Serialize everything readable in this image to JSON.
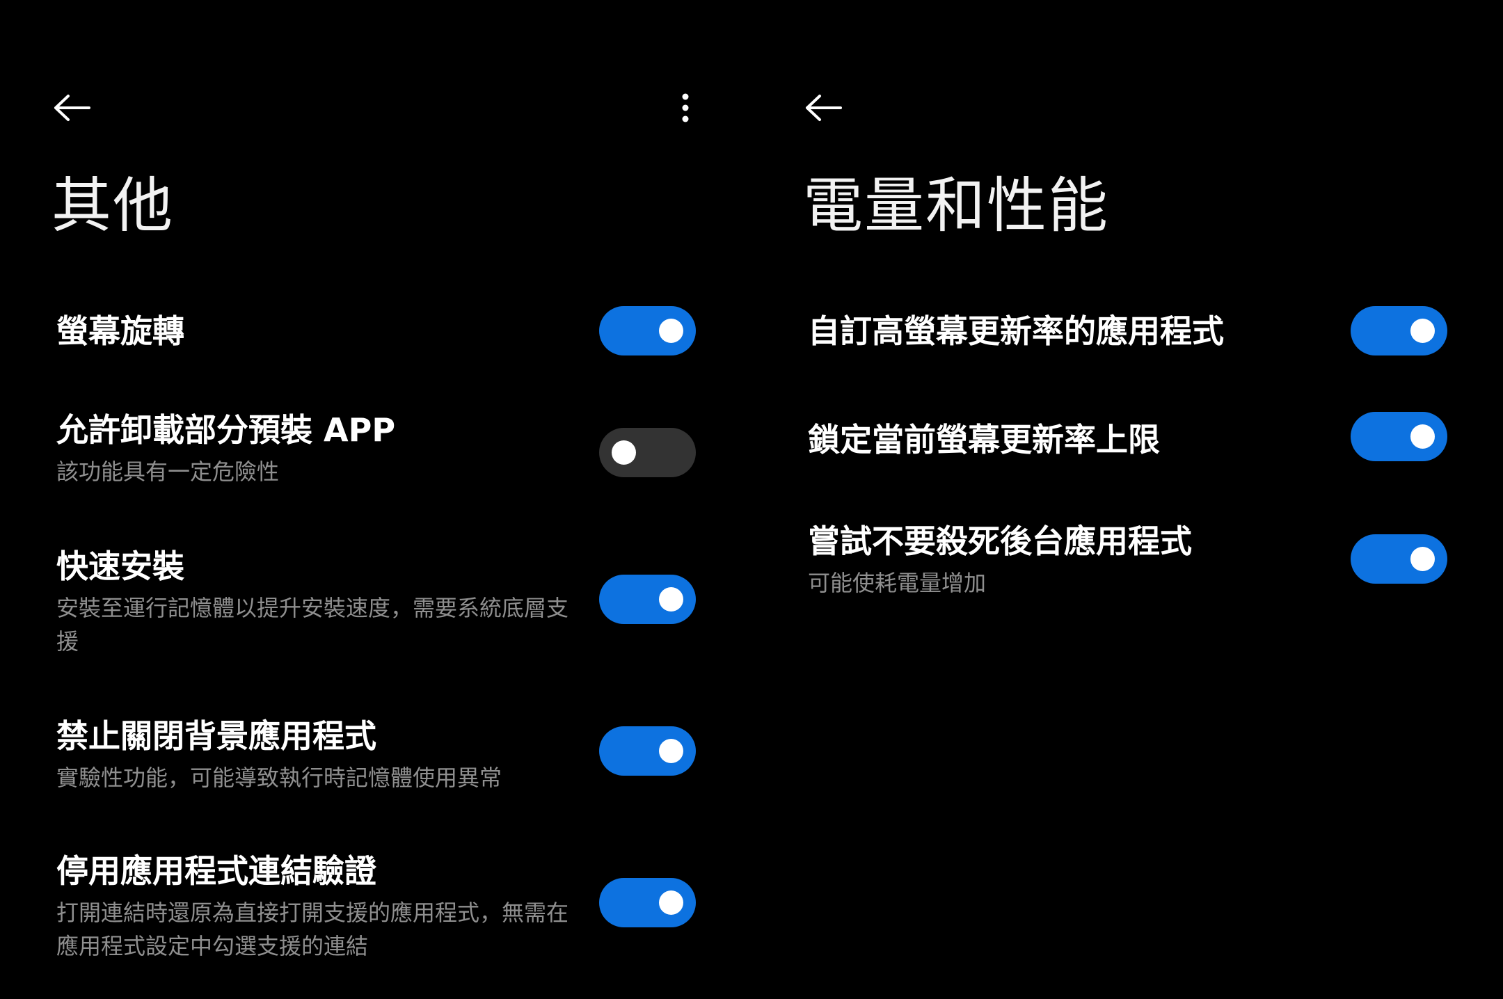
{
  "colors": {
    "background": "#000000",
    "toggle_on": "#0d72e0",
    "toggle_off": "#333333",
    "subtitle": "#8f8f8f"
  },
  "left_screen": {
    "icons": {
      "back": "arrow-left-icon",
      "menu": "more-vertical-icon"
    },
    "title": "其他",
    "settings": [
      {
        "label": "螢幕旋轉",
        "description": "",
        "enabled": true
      },
      {
        "label": "允許卸載部分預裝 APP",
        "description": "該功能具有一定危險性",
        "enabled": false
      },
      {
        "label": "快速安裝",
        "description": "安裝至運行記憶體以提升安裝速度，需要系統底層支援",
        "enabled": true
      },
      {
        "label": "禁止關閉背景應用程式",
        "description": "實驗性功能，可能導致執行時記憶體使用異常",
        "enabled": true
      },
      {
        "label": "停用應用程式連結驗證",
        "description": "打開連結時還原為直接打開支援的應用程式，無需在應用程式設定中勾選支援的連結",
        "enabled": true
      }
    ]
  },
  "right_screen": {
    "icons": {
      "back": "arrow-left-icon"
    },
    "title": "電量和性能",
    "settings": [
      {
        "label": "自訂高螢幕更新率的應用程式",
        "description": "",
        "enabled": true
      },
      {
        "label": "鎖定當前螢幕更新率上限",
        "description": "",
        "enabled": true
      },
      {
        "label": "嘗試不要殺死後台應用程式",
        "description": "可能使耗電量增加",
        "enabled": true
      }
    ]
  }
}
